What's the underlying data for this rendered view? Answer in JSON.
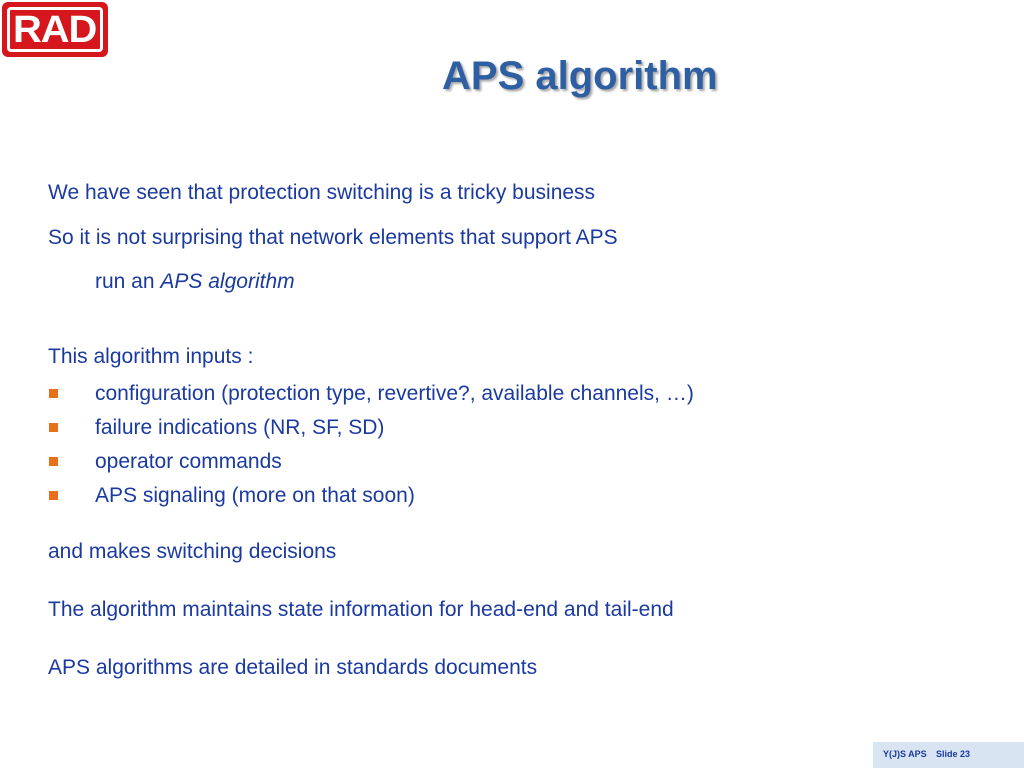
{
  "logo": {
    "text": "RAD",
    "color": "#d6161d"
  },
  "title": "APS algorithm",
  "paragraphs": {
    "line1": "We have seen that protection switching is a tricky business",
    "line2": "So it is not surprising that network elements that support APS",
    "line3_prefix": "run an ",
    "line3_italic": "APS algorithm",
    "inputs_heading": "This algorithm inputs :",
    "decisions": "and makes switching decisions",
    "state": "The algorithm maintains state information for head-end and tail-end",
    "standards": "APS algorithms are detailed in standards documents"
  },
  "bullets": [
    "configuration (protection type, revertive?, available channels, …)",
    "failure indications (NR, SF, SD)",
    "operator commands",
    "APS signaling (more on that soon)"
  ],
  "footer": {
    "doc": "Y(J)S APS",
    "slide": "Slide 23"
  },
  "colors": {
    "title": "#2e5fa3",
    "body": "#1a3aa0",
    "bullet": "#e8701a",
    "footer_bg": "#d9e4f2"
  }
}
